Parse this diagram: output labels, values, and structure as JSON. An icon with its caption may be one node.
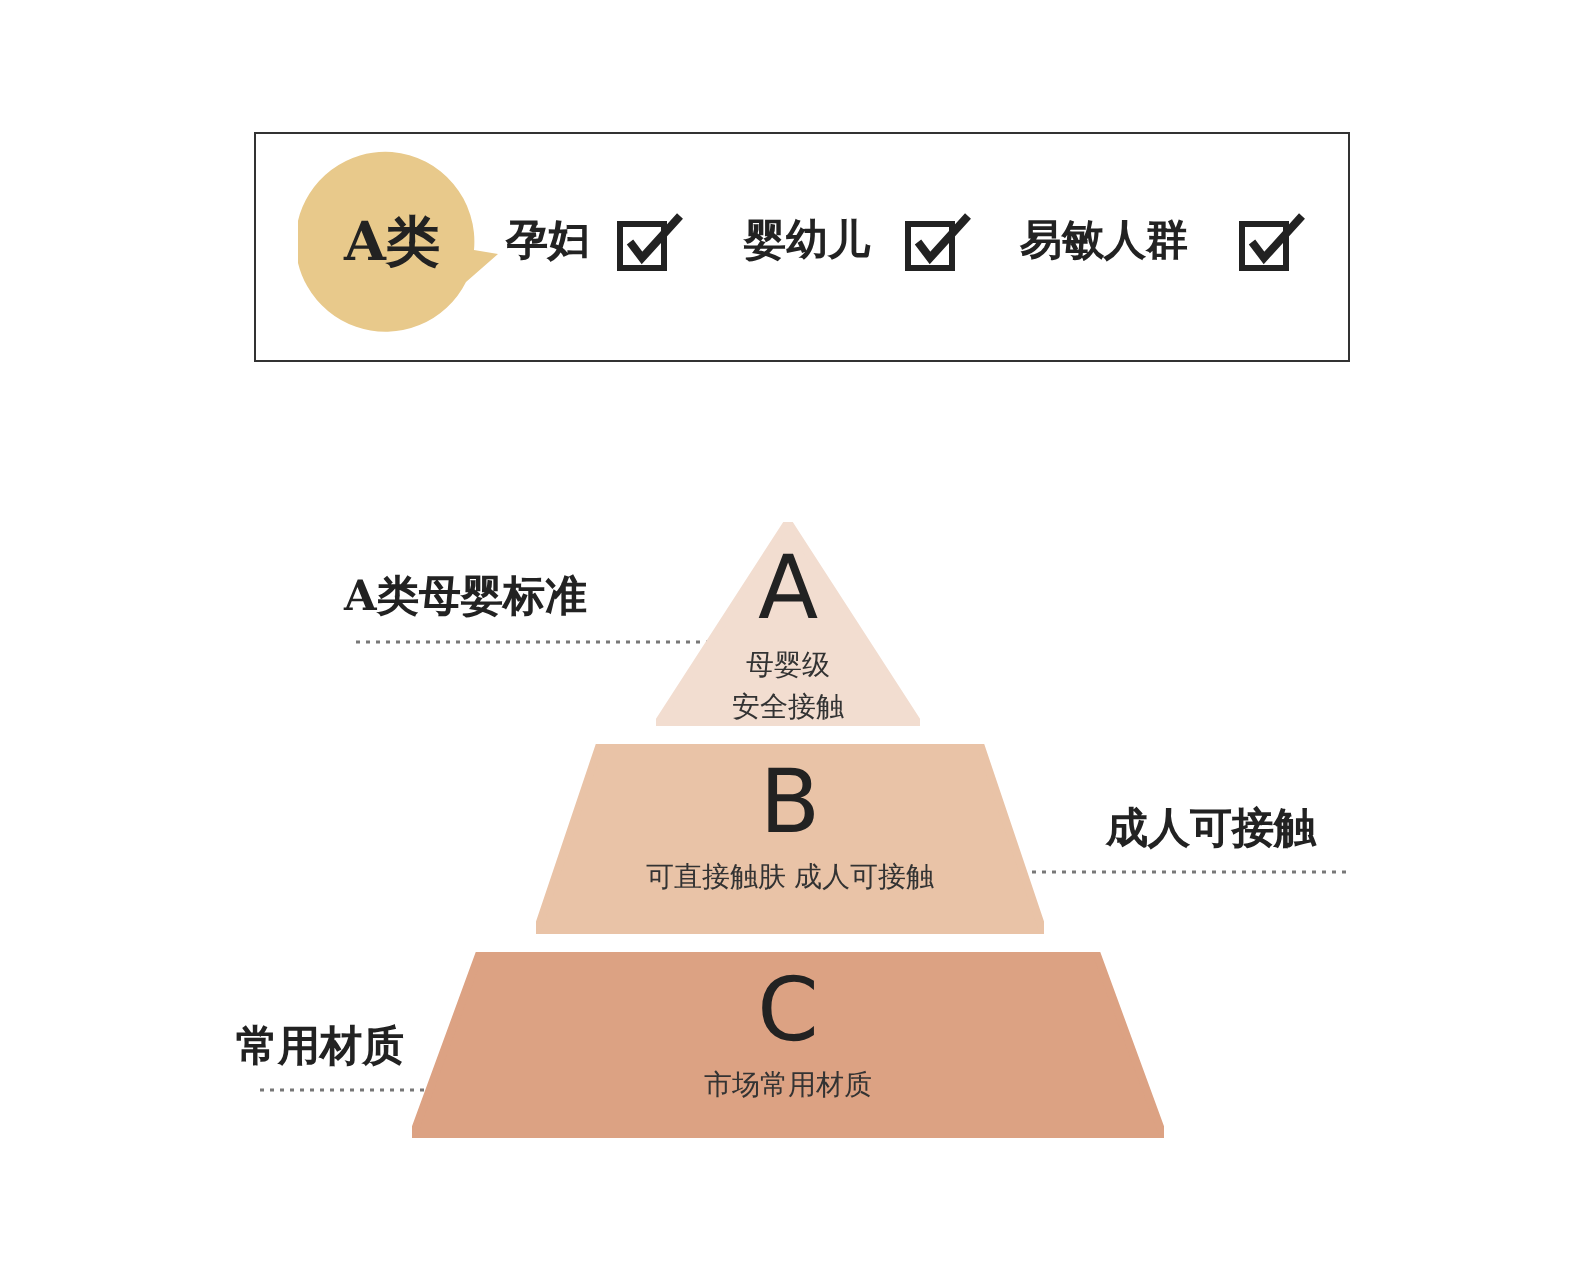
{
  "diagram": {
    "nodes": [
      {
        "text": [],
        "shape": "box"
      },
      {
        "text": [
          "A类"
        ],
        "in": 0
      },
      {
        "text": [
          "A",
          "母婴级安全接触"
        ]
      },
      {
        "text": [
          "B",
          "可直接触肤 成人可接触"
        ]
      },
      {
        "text": [
          "C",
          "市场常用材质"
        ]
      },
      {
        "text": [
          "A类母婴标准"
        ]
      },
      {
        "text": [
          "成人可接触"
        ]
      },
      {
        "text": [
          "常用材质"
        ]
      }
    ],
    "edges": [
      {
        "from": 5,
        "to": 2,
        "arrow": "none",
        "style": "dashed"
      },
      {
        "from": 6,
        "to": 3,
        "arrow": "none",
        "style": "dashed"
      },
      {
        "from": 7,
        "to": 4,
        "arrow": "none",
        "style": "dashed"
      }
    ],
    "labels": [
      "孕妇",
      "婴幼儿",
      "易敏人群"
    ]
  }
}
